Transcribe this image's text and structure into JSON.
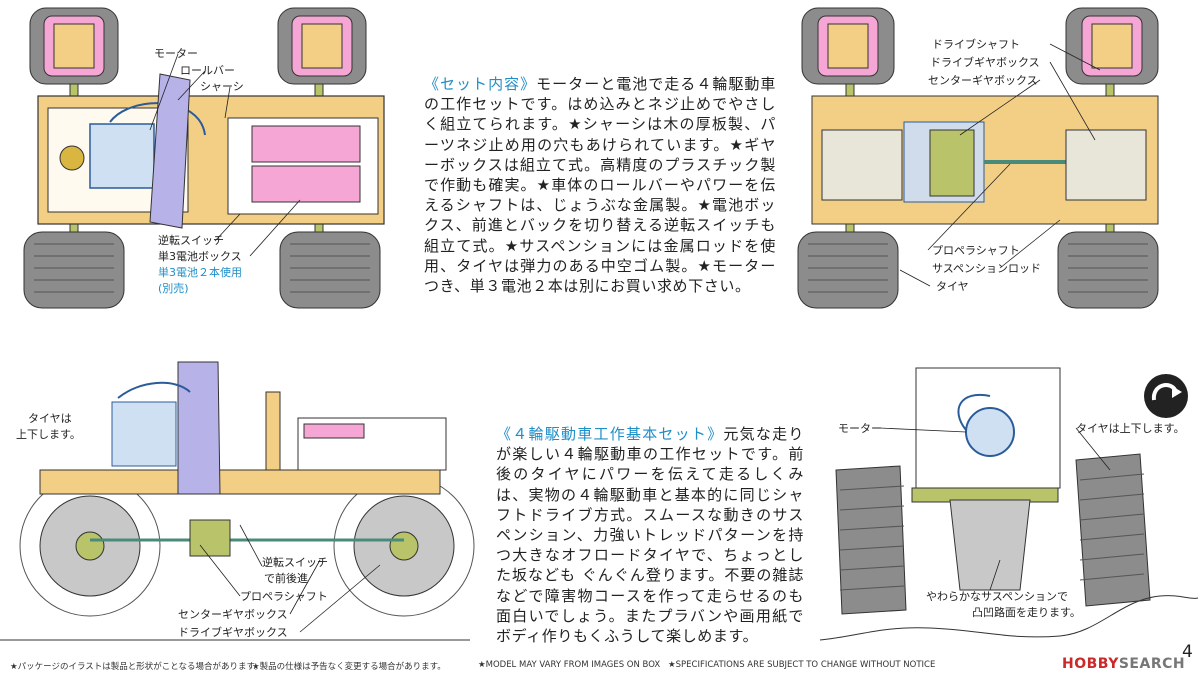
{
  "colors": {
    "accent_blue": "#1f8fc8",
    "chassis_wood": "#f3cf86",
    "tire_gray": "#8a8a8a",
    "battery_pink": "#f6a6d4",
    "frame_purple": "#b7b3e8",
    "axle_green": "#b9c46a"
  },
  "top_left": {
    "labels": {
      "motor": "モーター",
      "rollbar": "ロールバー",
      "chassis": "シャーシ",
      "reverse_switch": "逆転スイッチ",
      "battery_box": "単3電池ボックス",
      "battery_note_1": "単3電池２本使用",
      "battery_note_2": "(別売)"
    }
  },
  "paragraph_set": {
    "heading": "《セット内容》",
    "body": "モーターと電池で走る４輪駆動車の工作セットです。はめ込みとネジ止めでやさしく組立てられます。★シャーシは木の厚板製、パーツネジ止め用の穴もあけられています。★ギヤーボックスは組立て式。高精度のプラスチック製で作動も確実。★車体のロールバーやパワーを伝えるシャフトは、じょうぶな金属製。★電池ボックス、前進とバックを切り替える逆転スイッチも組立て式。★サスペンションには金属ロッドを使用、タイヤは弾力のある中空ゴム製。★モーターつき、単３電池２本は別にお買い求め下さい。"
  },
  "top_right": {
    "labels": {
      "drive_shaft": "ドライブシャフト",
      "drive_gearbox": "ドライブギヤボックス",
      "center_gearbox": "センターギヤボックス",
      "propeller_shaft": "プロペラシャフト",
      "suspension_rod": "サスペンションロッド",
      "tire": "タイヤ"
    }
  },
  "bottom_left": {
    "labels": {
      "tire_moves_1": "タイヤは",
      "tire_moves_2": "上下します。",
      "reverse_switch": "逆転スイッチ",
      "fwd_rev": "で前後進",
      "propeller_shaft": "プロペラシャフト",
      "center_gearbox": "センターギヤボックス",
      "drive_gearbox": "ドライブギヤボックス"
    }
  },
  "paragraph_basic": {
    "heading": "《４輪駆動車工作基本セット》",
    "body": "元気な走りが楽しい４輪駆動車の工作セットです。前後のタイヤにパワーを伝えて走るしくみは、実物の４輪駆動車と基本的に同じシャフトドライブ方式。スムースな動きのサスペンション、力強いトレッドパターンを持つ大きなオフロードタイヤで、ちょっとした坂なども ぐんぐん登ります。不要の雑誌などで障害物コースを作って走らせるのも面白いでしょう。またプラバンや画用紙でボディ作りもくふうして楽しめます。"
  },
  "bottom_right": {
    "labels": {
      "motor": "モーター",
      "tire_moves": "タイヤは上下します。",
      "suspension_1": "やわらかなサスペンションで",
      "suspension_2": "凸凹路面を走ります。"
    }
  },
  "footer": {
    "note_jp_1": "★パッケージのイラストは製品と形状がことなる場合があります。",
    "note_jp_2": "★製品の仕様は予告なく変更する場合があります。",
    "note_en_1": "★MODEL MAY VARY FROM IMAGES ON BOX",
    "note_en_2": "★SPECIFICATIONS ARE SUBJECT TO CHANGE WITHOUT NOTICE",
    "logo_hobby": "HOBBY",
    "logo_search": "SEARCH",
    "page_number": "4"
  }
}
